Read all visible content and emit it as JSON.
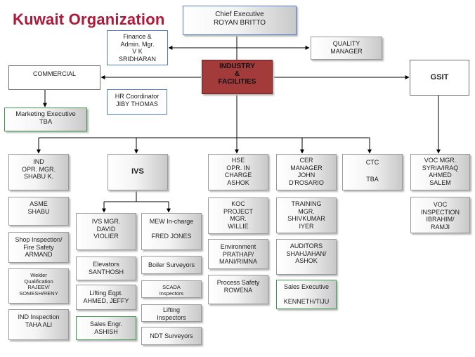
{
  "title": "Kuwait Organization",
  "nodes": {
    "ceo": "Chief Executive\nROYAN BRITTO",
    "finance": "Finance &\nAdmin. Mgr.\nV K\nSRIDHARAN",
    "quality": "QUALITY\nMANAGER",
    "industry": "INDUSTRY\n&\nFACILITIES",
    "commercial": "COMMERCIAL",
    "gsit": "GSIT",
    "hr": "HR Coordinator\nJIBY THOMAS",
    "marketing": "Marketing Executive\nTBA",
    "ind_opr": "IND\nOPR. MGR.\nSHABU K.",
    "ivs": "IVS",
    "hse": "HSE\nOPR. IN\nCHARGE\nASHOK",
    "cer": "CER\nMANAGER\nJOHN\nD'ROSARIO",
    "ctc": "CTC\n\nTBA",
    "voc_mgr": "VOC MGR.\nSYRIA/IRAQ\nAHMED\nSALEM",
    "asme": "ASME\nSHABU",
    "shop": "Shop Inspection/\nFire Safety\nARMAND",
    "welder": "Welder\nQualification\nRAJEEV/\nSOMESH/RENY",
    "ind_insp": "IND Inspection\nTAHA ALI",
    "ivs_mgr": "IVS MGR.\nDAVID\nVIOLIER",
    "mew": "MEW In-charge\n\nFRED JONES",
    "elevators": "Elevators\nSANTHOSH",
    "lifting_eqpt": "Lifting Eqpt.\nAHMED, JEFFY",
    "sales_engr": "Sales Engr.\nASHISH",
    "boiler": "Boiler Surveyors",
    "scada": "SCADA\nInspectors",
    "lifting_insp": "Lifting\nInspectors",
    "ndt": "NDT Surveyors",
    "koc": "KOC\nPROJECT\nMGR.\nWILLIE",
    "environment": "Environment\nPRATHAP/\nMANI/RIMNA",
    "process_safety": "Process Safety\nROWENA",
    "training": "TRAINING\nMGR.\nSHIVKUMAR\nIYER",
    "auditors": "AUDITORS\nSHAHJAHAN/\nASHOK",
    "sales_exec": "Sales Executive\n\nKENNETH/TIJU",
    "voc_insp": "VOC\nINSPECTION\nIBRAHIM/\nRAMJI"
  }
}
